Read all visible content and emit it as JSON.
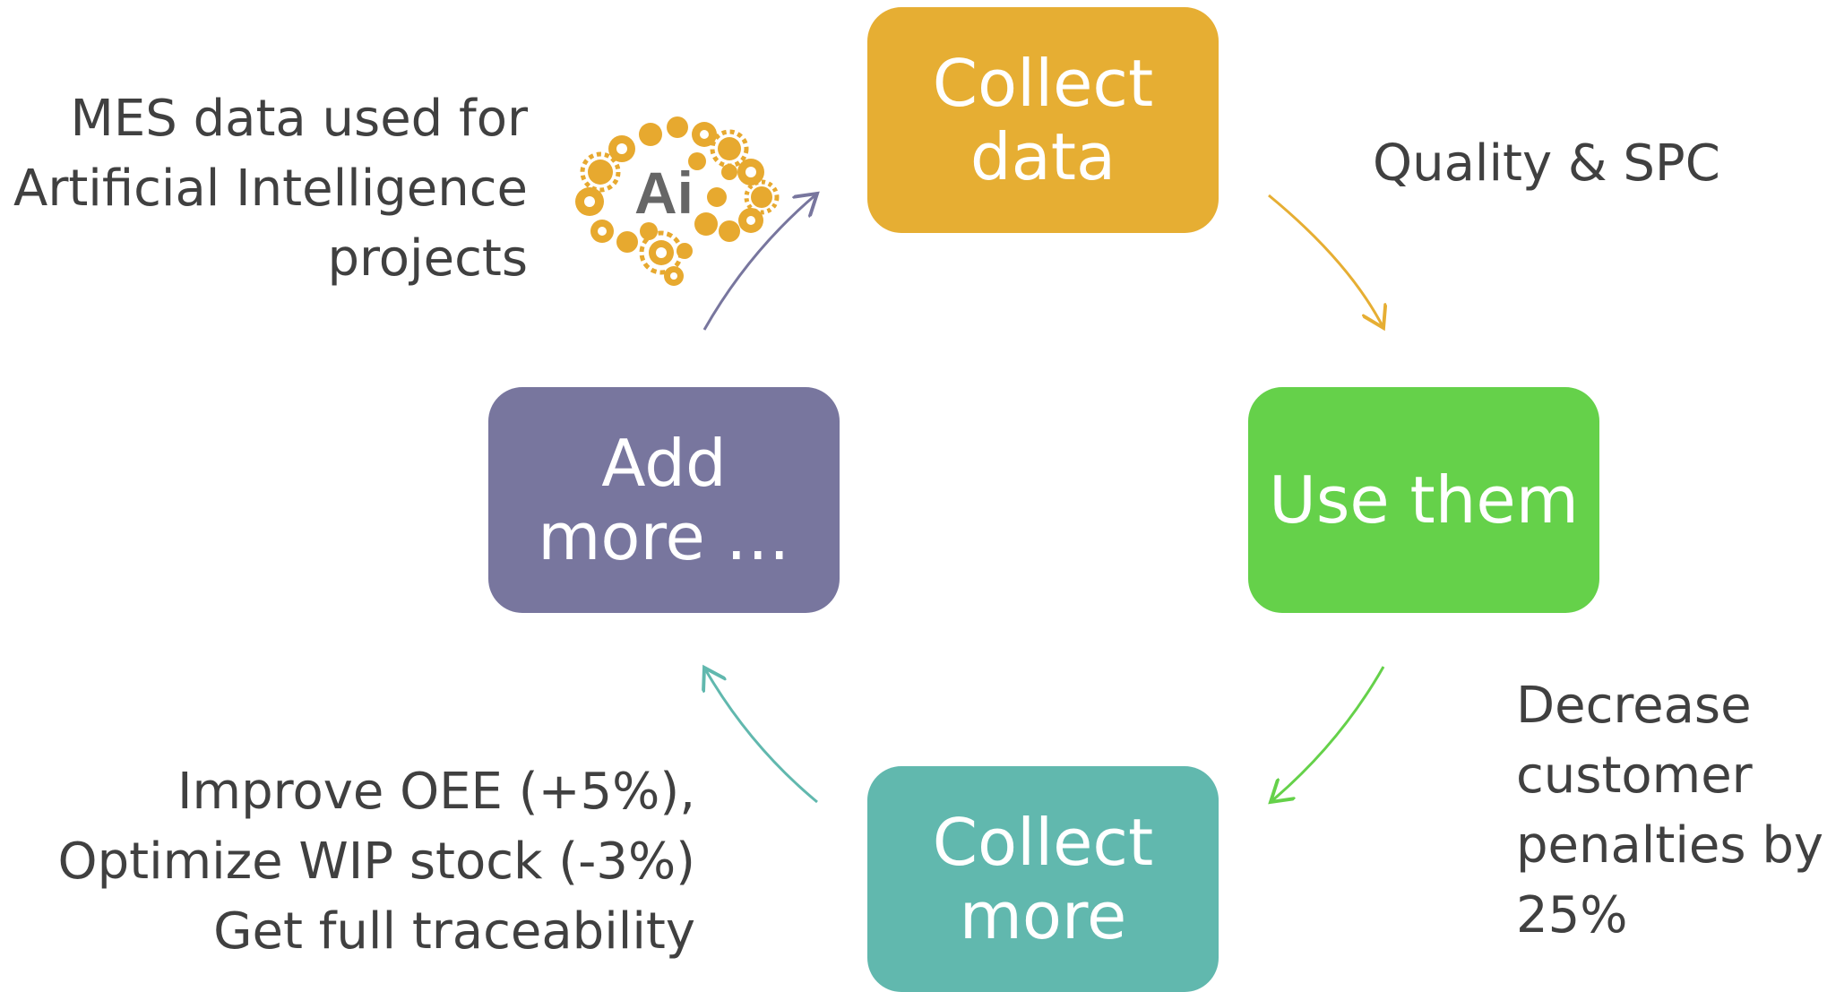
{
  "colors": {
    "collect_data": "#E6AE33",
    "use_them": "#65D14A",
    "collect_more": "#61B8AE",
    "add_more": "#78769E",
    "note_text": "#404040",
    "ai_gold": "#E7A92F",
    "ai_grey": "#666666"
  },
  "nodes": {
    "collect_data": {
      "line1": "Collect",
      "line2": "data"
    },
    "use_them": {
      "line1": "Use them"
    },
    "collect_more": {
      "line1": "Collect",
      "line2": "more"
    },
    "add_more": {
      "line1": "Add",
      "line2": "more …"
    }
  },
  "notes": {
    "quality": "Quality & SPC",
    "decrease": [
      "Decrease",
      "customer",
      "penalties by",
      "25%"
    ],
    "improve": [
      "Improve OEE (+5%),",
      "Optimize WIP stock (-3%)",
      "Get full traceability"
    ],
    "ai": [
      "MES data used for",
      "Artificial Intelligence",
      "projects"
    ]
  },
  "ai_logo": {
    "text": "Ai",
    "icon": "ai-brain-gears-icon"
  }
}
